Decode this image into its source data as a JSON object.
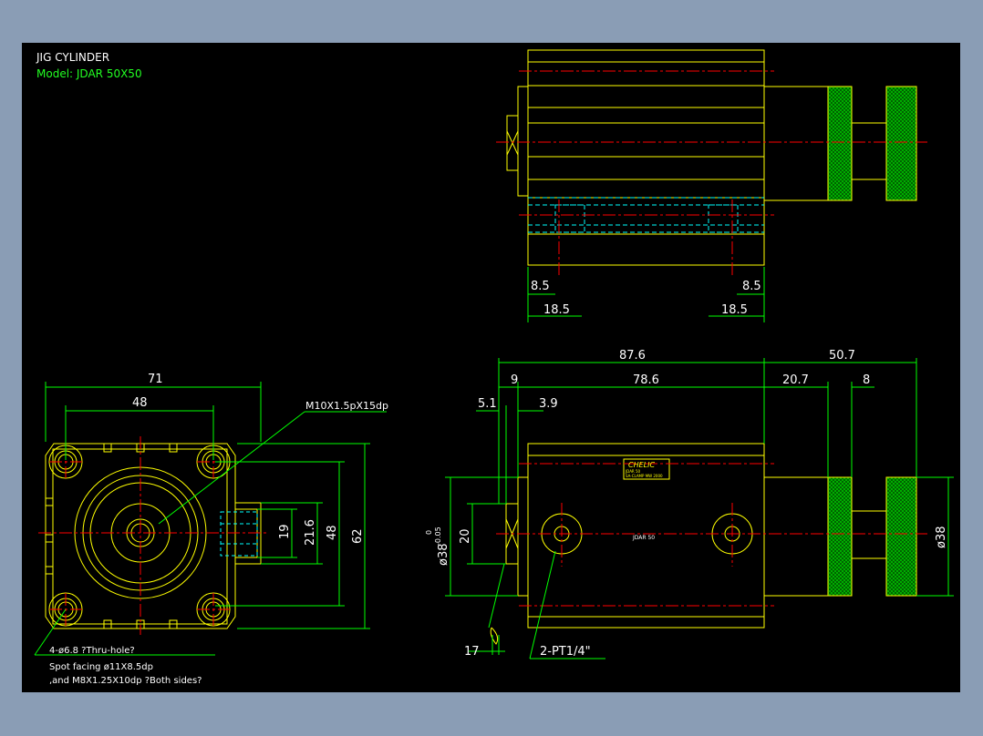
{
  "title_block": {
    "title": "JIG CYLINDER",
    "model": "Model:  JDAR 50X50"
  },
  "top_view": {
    "dims": [
      "8.5",
      "8.5",
      "18.5",
      "18.5"
    ]
  },
  "end_view": {
    "dims": {
      "width_outer": "71",
      "width_inner": "48",
      "height_outer": "62",
      "height_inner": "48",
      "port_21_6": "21.6",
      "port_19": "19"
    },
    "callout": "M10X1.5pX15dp",
    "notes": [
      "4-ø6.8 ?Thru-hole?",
      "Spot facing  ø11X8.5dp",
      ",and M8X1.25X10dp ?Both sides?"
    ]
  },
  "side_view": {
    "dims": {
      "overall": "87.6",
      "ext": "50.7",
      "d9": "9",
      "body": "78.6",
      "d20_7": "20.7",
      "d8": "8",
      "d5_1": "5.1",
      "d3_9": "3.9",
      "d20": "20",
      "d38_left": "ø38",
      "tol_top": "0",
      "tol_bottom": "-0.05",
      "d38_right": "ø38",
      "d17": "17"
    },
    "label_plate": "CHELIC",
    "label_plate_lines": [
      "JDAR 50",
      "SA-CLAMP MW 2000"
    ],
    "body_text": "JDAR 50",
    "port_note": "2-PT1/4\""
  },
  "colors": {
    "background": "#000000",
    "frame": "#8a9db5",
    "outline": "#ffff00",
    "dimension": "#00ff00",
    "centerline": "#ff0000",
    "hidden": "#00ffff",
    "text": "#ffffff"
  }
}
